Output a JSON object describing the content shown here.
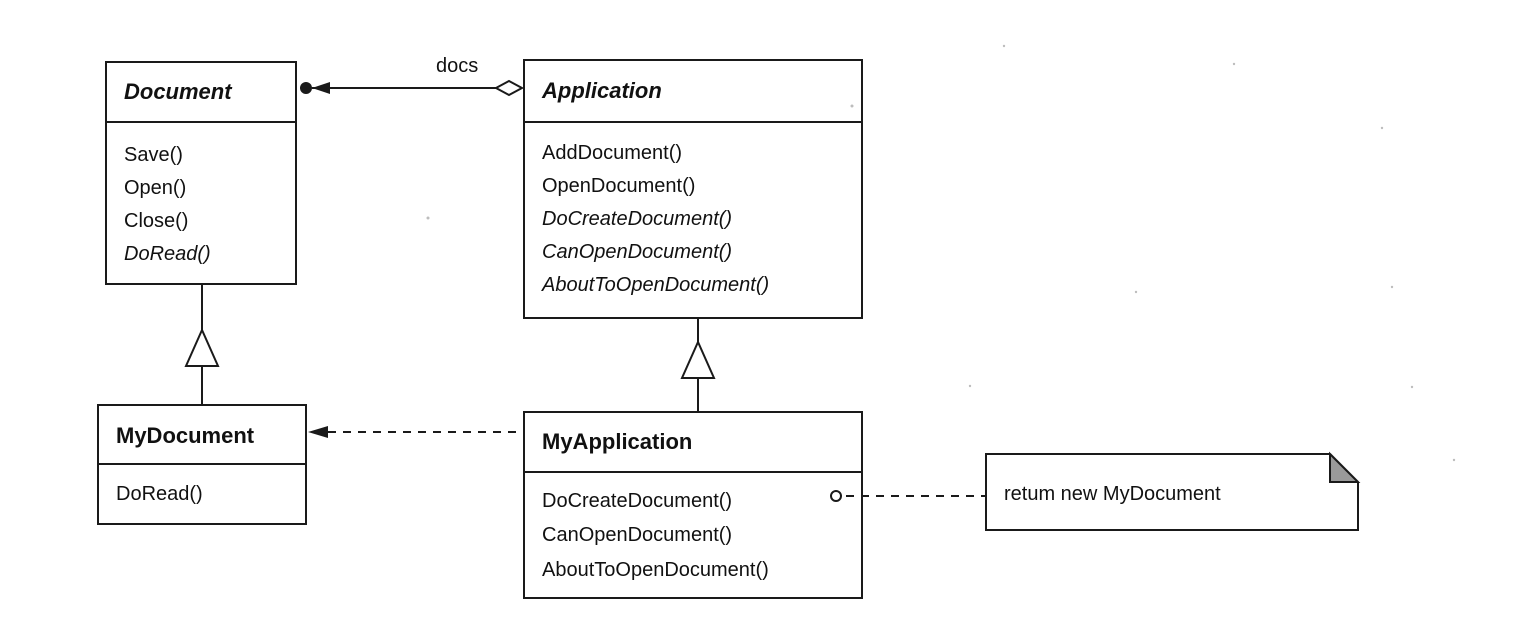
{
  "classes": {
    "document": {
      "name": "Document",
      "operations": [
        "Save()",
        "Open()",
        "Close()",
        "DoRead()"
      ]
    },
    "application": {
      "name": "Application",
      "operations": [
        "AddDocument()",
        "OpenDocument()",
        "DoCreateDocument()",
        "CanOpenDocument()",
        "AboutToOpenDocument()"
      ]
    },
    "my_document": {
      "name": "MyDocument",
      "operations": [
        "DoRead()"
      ]
    },
    "my_application": {
      "name": "MyApplication",
      "operations": [
        "DoCreateDocument()",
        "CanOpenDocument()",
        "AboutToOpenDocument()"
      ]
    }
  },
  "association": {
    "label": "docs"
  },
  "note": {
    "text": "retum new MyDocument"
  },
  "colors": {
    "line": "#1a1a1a",
    "background": "#ffffff",
    "text": "#111111"
  }
}
